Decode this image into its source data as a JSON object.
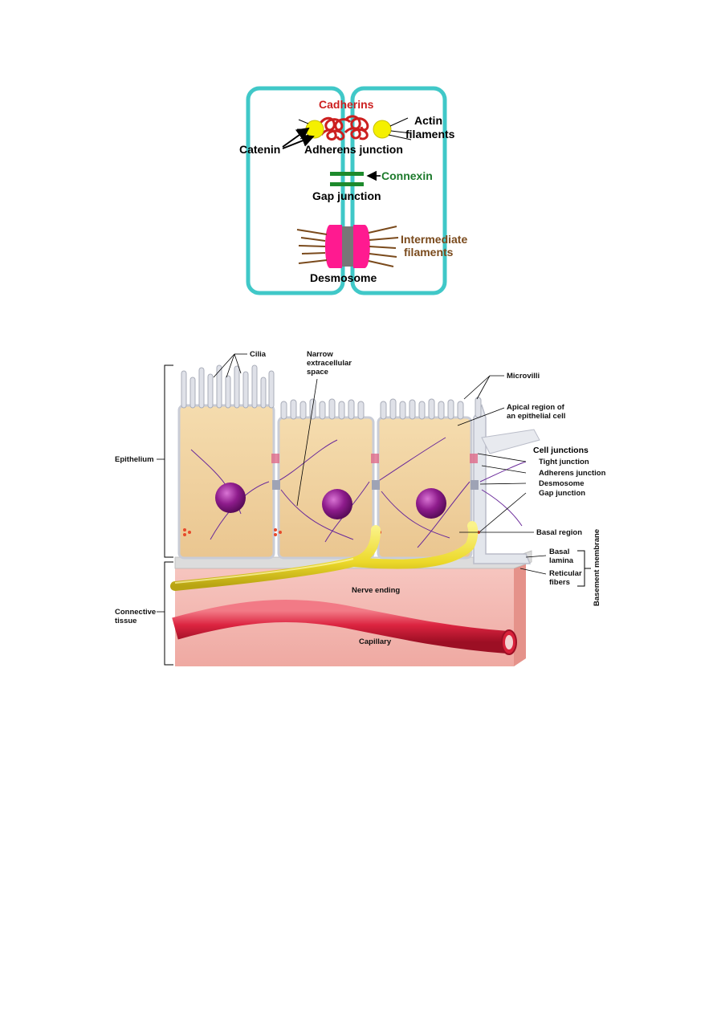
{
  "junction_diagram": {
    "cadherins": "Cadherins",
    "actin_line1": "Actin",
    "actin_line2": "filaments",
    "catenin": "Catenin",
    "adherens_junction": "Adherens junction",
    "connexin": "Connexin",
    "gap_junction": "Gap junction",
    "intermediate_line1": "Intermediate",
    "intermediate_line2": "filaments",
    "desmosome": "Desmosome",
    "colors": {
      "cell_outline": "#40c8c8",
      "cadherin": "#cc1f1f",
      "catenin": "#f5f000",
      "connexin": "#1d8a2c",
      "desmosome_plaque": "#ff1a90",
      "intermediate_filaments": "#7a4a1c",
      "connexin_label": "#1d7a2c",
      "intermediate_label": "#7a4a1c"
    }
  },
  "epithelium_diagram": {
    "cilia": "Cilia",
    "narrow_1": "Narrow",
    "narrow_2": "extracellular",
    "narrow_3": "space",
    "microvilli": "Microvilli",
    "apical_1": "Apical region of",
    "apical_2": "an epithelial cell",
    "epithelium": "Epithelium",
    "cell_junctions": "Cell junctions",
    "tight_junction": "Tight junction",
    "adherens_junction": "Adherens junction",
    "desmosome": "Desmosome",
    "gap_junction": "Gap junction",
    "basal_region": "Basal region",
    "basal_lamina_1": "Basal",
    "basal_lamina_2": "lamina",
    "reticular_1": "Reticular",
    "reticular_2": "fibers",
    "basement_membrane": "Basement membrane",
    "connective_1": "Connective",
    "connective_2": "tissue",
    "nerve_ending": "Nerve ending",
    "capillary": "Capillary",
    "colors": {
      "cytoplasm": "#f2d3a0",
      "nucleus": "#8e1c8c",
      "membrane": "#c9ccd6",
      "connective": "#f2b8b2",
      "nerve": "#f1e23a",
      "capillary": "#d8213a"
    }
  }
}
